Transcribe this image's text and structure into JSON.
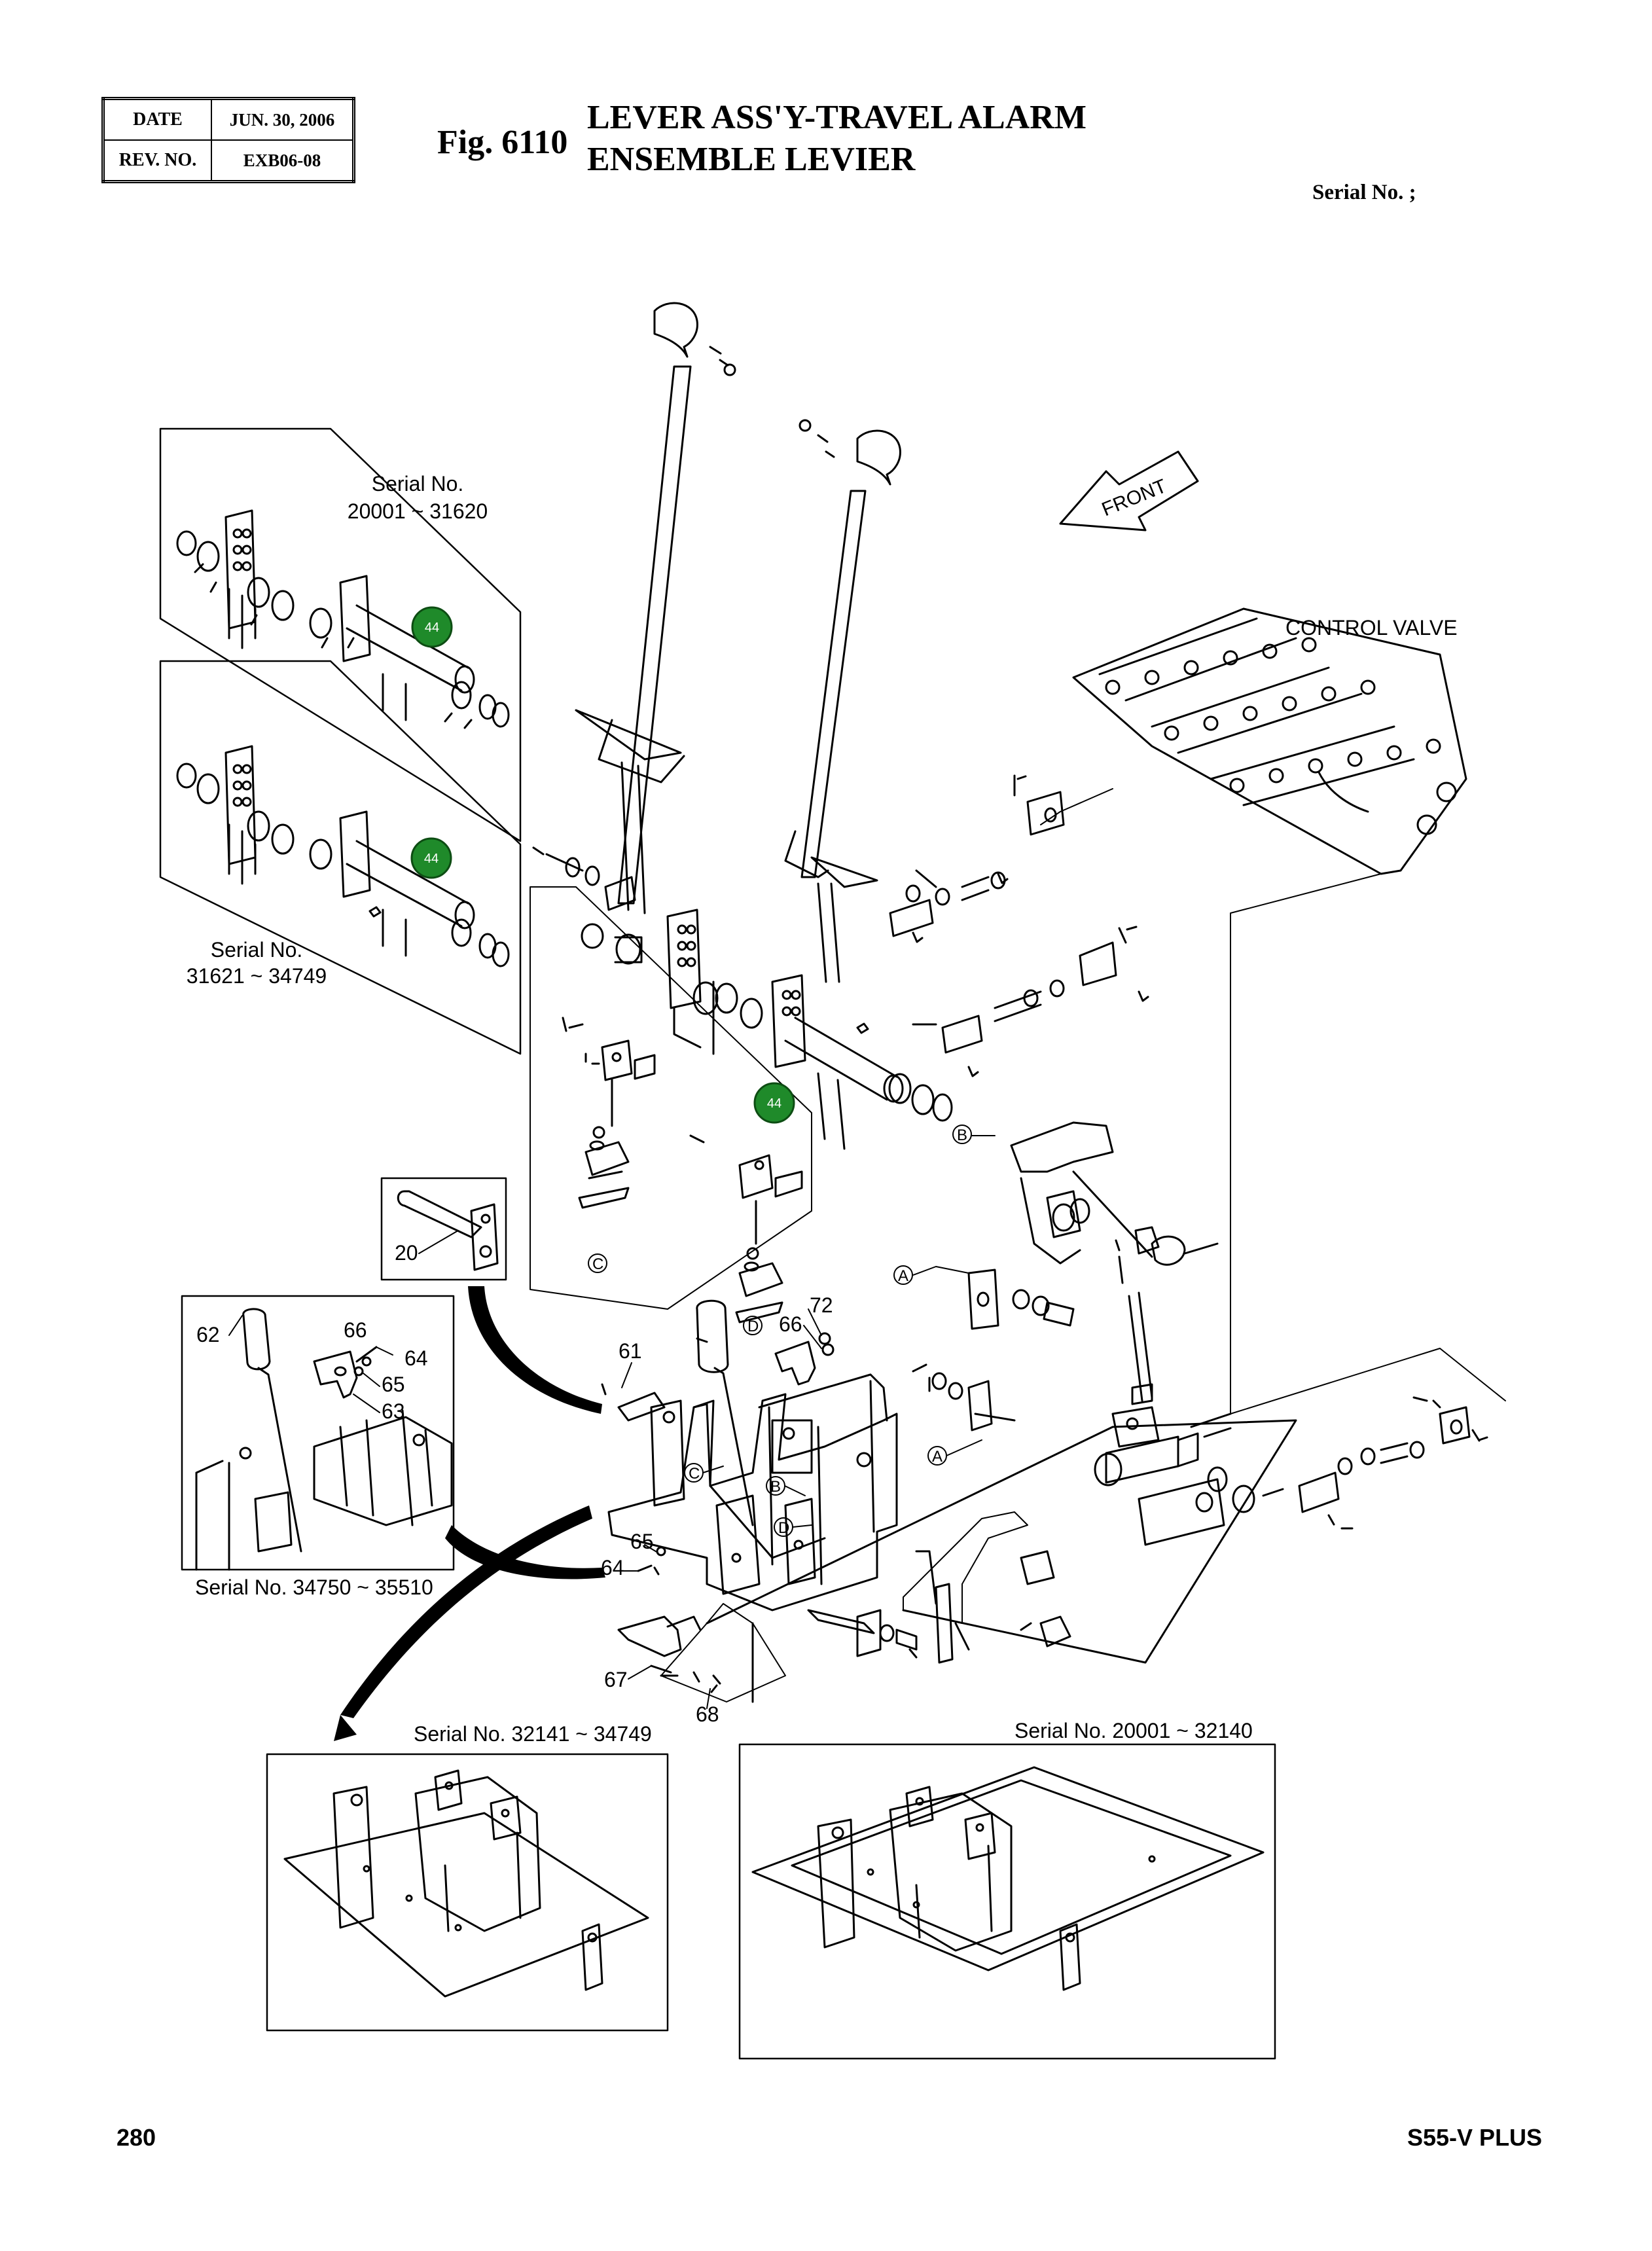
{
  "header": {
    "date_label": "DATE",
    "date_value": "JUN. 30, 2006",
    "rev_label": "REV. NO.",
    "rev_value": "EXB06-08",
    "fig_no": "Fig. 6110",
    "title_en": "LEVER ASS'Y-TRAVEL ALARM",
    "title_fr": "ENSEMBLE LEVIER",
    "serial_label": "Serial No. ;"
  },
  "callouts": {
    "serial_inset_1": [
      "Serial No.",
      "20001 ~ 31620"
    ],
    "serial_inset_2": [
      "Serial No.",
      "31621 ~ 34749"
    ],
    "serial_inset_3": "Serial No. 34750 ~ 35510",
    "serial_inset_4": "Serial No. 32141 ~ 34749",
    "serial_inset_5": "Serial No. 20001 ~ 32140",
    "control_valve": "CONTROL VALVE",
    "front": "FRONT",
    "highlight_part": "44"
  },
  "part_numbers": {
    "p20": "20",
    "p61": "61",
    "p62": "62",
    "p63": "63",
    "p64": "64",
    "p65": "65",
    "p66": "66",
    "p67": "67",
    "p68": "68",
    "p72": "72"
  },
  "reference_letters": {
    "A": "A",
    "B": "B",
    "C": "C",
    "D": "D"
  },
  "colors": {
    "highlight_fill": "#1f8a2a",
    "ink": "#000000"
  },
  "footer": {
    "page": "280",
    "model": "S55-V PLUS"
  }
}
